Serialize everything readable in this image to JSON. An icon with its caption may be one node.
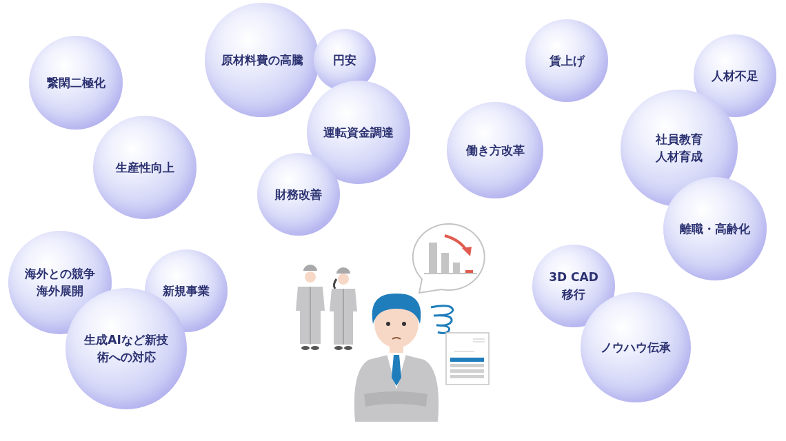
{
  "diagram": {
    "nodes": [
      {
        "text": [
          "繋閑二極化"
        ]
      },
      {
        "text": [
          "原材料費の高騰"
        ]
      },
      {
        "text": [
          "円安"
        ]
      },
      {
        "text": [
          "賃上げ"
        ]
      },
      {
        "text": [
          "人材不足"
        ]
      },
      {
        "text": [
          "運転資金調達"
        ]
      },
      {
        "text": [
          "働き方改革"
        ]
      },
      {
        "text": [
          "生産性向上"
        ]
      },
      {
        "text": [
          "社員教育人材育成"
        ]
      },
      {
        "text": [
          "財務改善"
        ]
      },
      {
        "text": [
          "離職・高齢化"
        ]
      },
      {
        "text": [
          "海外との競争海外展開"
        ]
      },
      {
        "text": [
          "新規事業"
        ]
      },
      {
        "text": [
          "3D CAD 移行"
        ]
      },
      {
        "text": [
          "生成AIなど新技術への対応"
        ]
      },
      {
        "text": [
          "ノウハウ伝承"
        ]
      }
    ]
  }
}
